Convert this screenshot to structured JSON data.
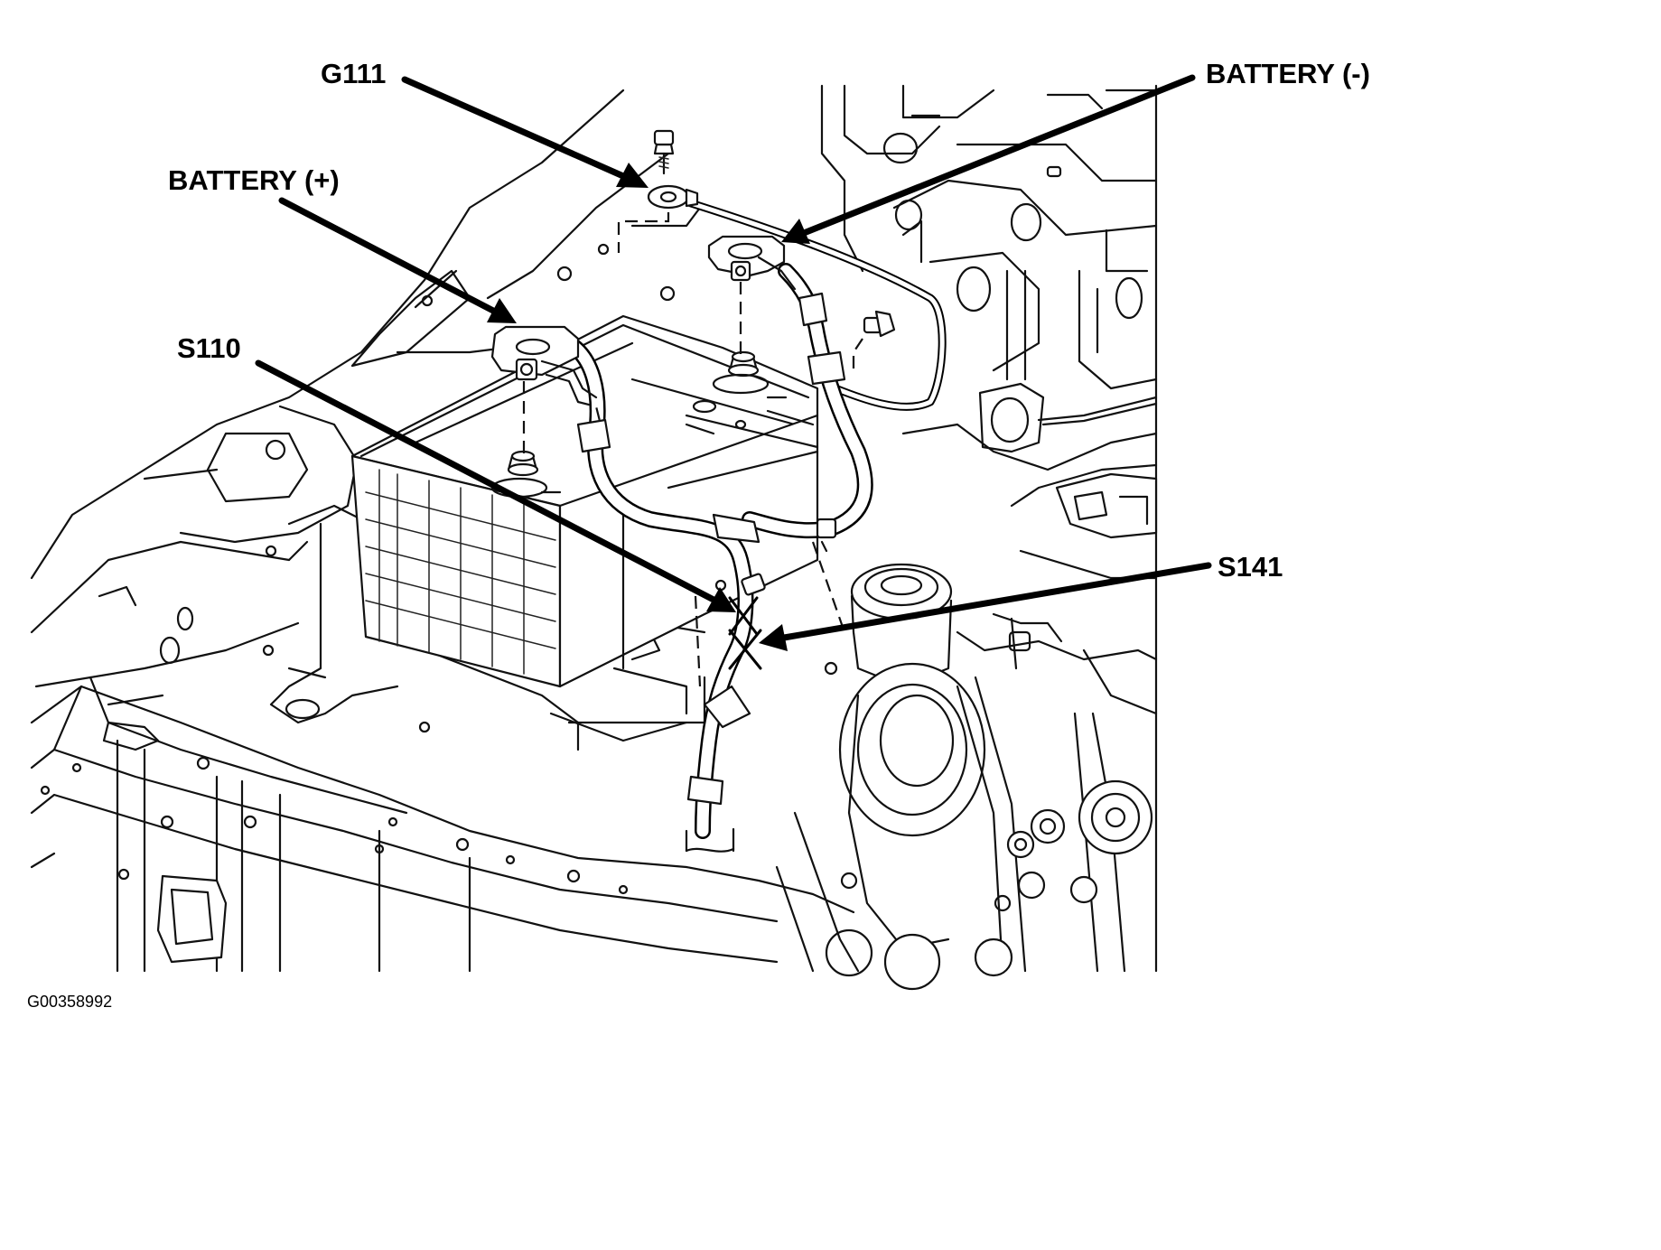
{
  "labels": {
    "g111": "G111",
    "battery_negative": "BATTERY (-)",
    "battery_positive": "BATTERY (+)",
    "s110": "S110",
    "s141": "S141"
  },
  "figure_id": "G00358992"
}
